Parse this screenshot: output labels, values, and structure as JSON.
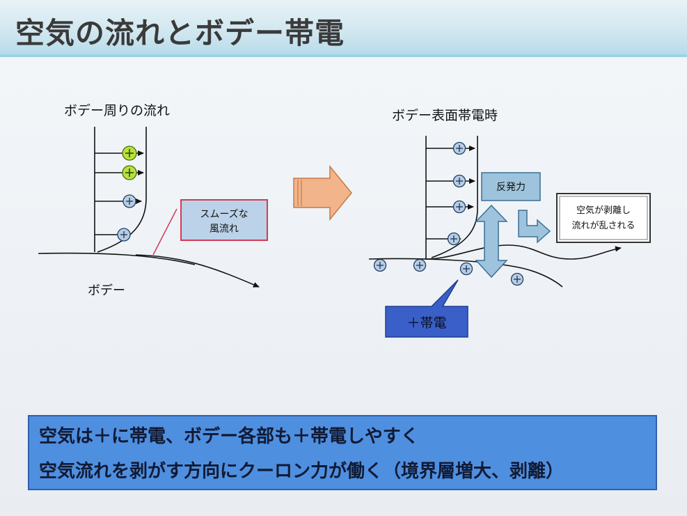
{
  "title": "空気の流れとボデー帯電",
  "left_diagram": {
    "heading": "ボデー周りの流れ",
    "callout": [
      "スムーズな",
      "風流れ"
    ],
    "body_label": "ボデー"
  },
  "right_diagram": {
    "heading": "ボデー表面帯電時",
    "repulsion_label": "反発力",
    "separation_callout": [
      "空気が剥離し",
      "流れが乱される"
    ],
    "charge_callout": "＋帯電"
  },
  "bottom_box": {
    "lines": [
      "空気は＋に帯電、ボデー各部も＋帯電しやすく",
      "空気流れを剥がす方向にクーロン力が働く（境界層増大、剥離）"
    ]
  },
  "colors": {
    "title_band": "#cfe6ef",
    "bottom_box": "#4f8fe0",
    "callout_border": "#d23a55",
    "big_arrow": "#f2b48a",
    "charge_bubble": "#3a5fc8",
    "positive_glow": "#b6e23a"
  }
}
